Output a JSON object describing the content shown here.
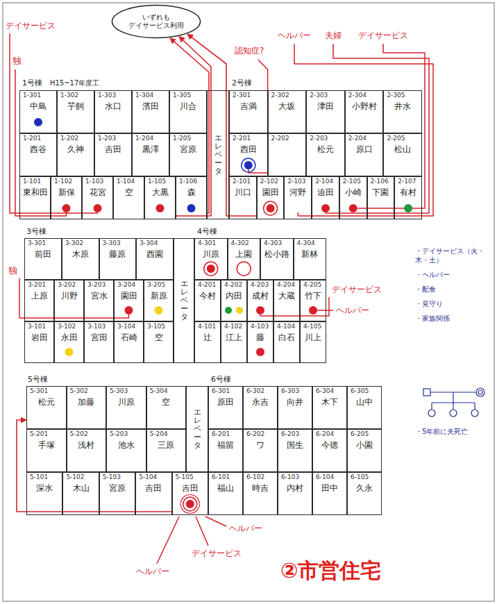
{
  "diagram": {
    "caption": "②市営住宅",
    "nodes": [
      {
        "text": [
          "いずれも デイサービス利用"
        ]
      },
      {
        "text": [
          "1-301",
          "中島"
        ]
      },
      {
        "text": [
          "1-302",
          "芋飼"
        ]
      },
      {
        "text": [
          "1-303",
          "水口"
        ]
      },
      {
        "text": [
          "1-304",
          "濱田"
        ]
      },
      {
        "text": [
          "1-305",
          "川合"
        ]
      },
      {
        "text": [
          "エレベータ"
        ]
      },
      {
        "text": [
          "2-301",
          "吉満"
        ]
      },
      {
        "text": [
          "2-302",
          "大坂"
        ]
      },
      {
        "text": [
          "2-303",
          "津田"
        ]
      },
      {
        "text": [
          "2-304",
          "小野村"
        ]
      },
      {
        "text": [
          "2-305",
          "井水"
        ]
      },
      {
        "text": [
          "1-201",
          "西谷"
        ]
      },
      {
        "text": [
          "1-202",
          "久神"
        ]
      },
      {
        "text": [
          "1-203",
          "吉田"
        ]
      },
      {
        "text": [
          "1-204",
          "黒澤"
        ]
      },
      {
        "text": [
          "1-205",
          "宮原"
        ]
      },
      {
        "text": [
          "2-201",
          "西田"
        ]
      },
      {
        "text": [
          "2-202"
        ]
      },
      {
        "text": [
          "2-203",
          "松元"
        ]
      },
      {
        "text": [
          "2-204",
          "原口"
        ]
      },
      {
        "text": [
          "2-205",
          "松山"
        ]
      },
      {
        "text": [
          "1-101",
          "東和田"
        ]
      },
      {
        "text": [
          "1-102",
          "新保"
        ]
      },
      {
        "text": [
          "1-103",
          "花宮"
        ]
      },
      {
        "text": [
          "1-104",
          "空"
        ]
      },
      {
        "text": [
          "1-105",
          "大黒"
        ]
      },
      {
        "text": [
          "1-106",
          "森"
        ]
      },
      {
        "text": [
          "2-101",
          "川口"
        ]
      },
      {
        "text": [
          "2-102",
          "園田"
        ]
      },
      {
        "text": [
          "2-103",
          "河野"
        ]
      },
      {
        "text": [
          "2-104",
          "迫田"
        ]
      },
      {
        "text": [
          "2-105",
          "小崎"
        ]
      },
      {
        "text": [
          "2-106",
          "下園"
        ]
      },
      {
        "text": [
          "2-107",
          "有村"
        ]
      },
      {
        "text": [
          "3-301",
          "前田"
        ]
      },
      {
        "text": [
          "3-302",
          "木原"
        ]
      },
      {
        "text": [
          "3-303",
          "藤原"
        ]
      },
      {
        "text": [
          "3-304",
          "西園"
        ]
      },
      {
        "text": [
          "エレベータ"
        ]
      },
      {
        "text": [
          "4-301",
          "川原"
        ]
      },
      {
        "text": [
          "4-302",
          "上園"
        ]
      },
      {
        "text": [
          "4-303",
          "松小路"
        ]
      },
      {
        "text": [
          "4-304",
          "新林"
        ]
      },
      {
        "text": [
          "3-201",
          "上原"
        ]
      },
      {
        "text": [
          "3-202",
          "川野"
        ]
      },
      {
        "text": [
          "3-203",
          "宮水"
        ]
      },
      {
        "text": [
          "3-204",
          "園田"
        ]
      },
      {
        "text": [
          "3-205",
          "新原"
        ]
      },
      {
        "text": [
          "4-201",
          "今村"
        ]
      },
      {
        "text": [
          "4-202",
          "内田"
        ]
      },
      {
        "text": [
          "4-203",
          "成村"
        ]
      },
      {
        "text": [
          "4-204",
          "大蔵"
        ]
      },
      {
        "text": [
          "4-205",
          "竹下"
        ]
      },
      {
        "text": [
          "3-101",
          "岩田"
        ]
      },
      {
        "text": [
          "3-102",
          "永田"
        ]
      },
      {
        "text": [
          "3-103",
          "宮田"
        ]
      },
      {
        "text": [
          "3-104",
          "石崎"
        ]
      },
      {
        "text": [
          "3-105",
          "空"
        ]
      },
      {
        "text": [
          "4-101",
          "辻"
        ]
      },
      {
        "text": [
          "4-102",
          "江上"
        ]
      },
      {
        "text": [
          "4-103",
          "藤"
        ]
      },
      {
        "text": [
          "4-104",
          "白石"
        ]
      },
      {
        "text": [
          "4-105",
          "川上"
        ]
      },
      {
        "text": [
          "5-301",
          "松元"
        ]
      },
      {
        "text": [
          "5-302",
          "加藤"
        ]
      },
      {
        "text": [
          "5-303",
          "川原"
        ]
      },
      {
        "text": [
          "5-304",
          "空"
        ]
      },
      {
        "text": [
          "エレベータ"
        ]
      },
      {
        "text": [
          "6-301",
          "原田"
        ]
      },
      {
        "text": [
          "6-302",
          "永吉"
        ]
      },
      {
        "text": [
          "6-303",
          "向井"
        ]
      },
      {
        "text": [
          "6-304",
          "木下"
        ]
      },
      {
        "text": [
          "6-305",
          "山中"
        ]
      },
      {
        "text": [
          "5-201",
          "手塚"
        ]
      },
      {
        "text": [
          "5-202",
          "浅村"
        ]
      },
      {
        "text": [
          "5-203",
          "池水"
        ]
      },
      {
        "text": [
          "5-204",
          "三原"
        ]
      },
      {
        "text": [
          "6-201",
          "福留"
        ]
      },
      {
        "text": [
          "6-202",
          "ワ"
        ]
      },
      {
        "text": [
          "6-203",
          "国生"
        ]
      },
      {
        "text": [
          "6-204",
          "今徳"
        ]
      },
      {
        "text": [
          "6-205",
          "小園"
        ]
      },
      {
        "text": [
          "5-101",
          "深水"
        ]
      },
      {
        "text": [
          "5-102",
          "木山"
        ]
      },
      {
        "text": [
          "5-103",
          "宮原"
        ]
      },
      {
        "text": [
          "5-104",
          "吉田"
        ]
      },
      {
        "text": [
          "5-105",
          "吉田"
        ]
      },
      {
        "text": [
          "6-101",
          "福山"
        ]
      },
      {
        "text": [
          "6-102",
          "時吉"
        ]
      },
      {
        "text": [
          "6-103",
          "内村"
        ]
      },
      {
        "text": [
          "6-104",
          "田中"
        ]
      },
      {
        "text": [
          "6-105",
          "久永"
        ]
      }
    ],
    "edges": [
      {
        "from": 26,
        "to": 0,
        "arrow": "to"
      },
      {
        "from": 27,
        "to": 0,
        "arrow": "to"
      },
      {
        "from": 29,
        "to": 0,
        "arrow": "to"
      },
      {
        "from": 87,
        "to": 64,
        "arrow": "to"
      }
    ],
    "labels": [
      "デイサービス",
      "ヘルパー",
      "夫婦",
      "デイサービス",
      "認知症?",
      "独",
      "1号棟",
      "H15~17年度工",
      "2号棟",
      "3号棟",
      "4号棟",
      "独",
      "デイサービス",
      "ヘルパー",
      "・デイサービス（火・木・土）",
      "・ヘルパー",
      "・配食",
      "・見守り",
      "・家族関係",
      "5号棟",
      "6号棟",
      "・5年前に夫死亡",
      "ヘルパー",
      "デイサービス",
      "ヘルパー"
    ]
  }
}
